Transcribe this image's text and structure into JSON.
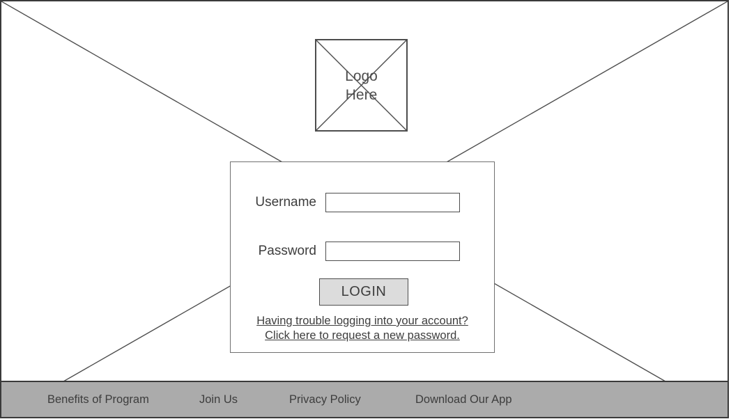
{
  "logo": {
    "line1": "Logo",
    "line2": "Here"
  },
  "form": {
    "username_label": "Username",
    "username_value": "",
    "password_label": "Password",
    "password_value": "",
    "login_button": "LOGIN",
    "trouble_line1": "Having trouble logging into your account?",
    "trouble_line2": "Click here to request a new password."
  },
  "footer": {
    "links": [
      {
        "label": "Benefits of Program"
      },
      {
        "label": "Join Us"
      },
      {
        "label": "Privacy Policy"
      },
      {
        "label": "Download Our App"
      }
    ]
  },
  "colors": {
    "line": "#4d4d4d",
    "border": "#3a3a3a",
    "footer_bg": "#ababab",
    "button_bg": "#dcdcdc",
    "text": "#3d3d3d"
  }
}
